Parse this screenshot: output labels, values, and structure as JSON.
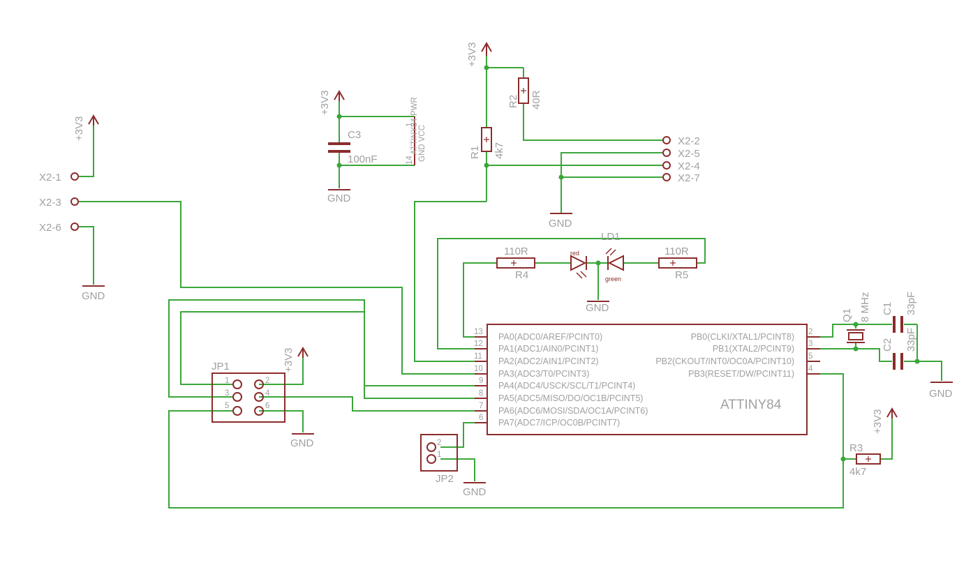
{
  "power": {
    "p3v3_a": "+3V3",
    "p3v3_b": "+3V3",
    "p3v3_c": "+3V3",
    "p3v3_d": "+3V3",
    "p3v3_e": "+3V3",
    "gnd_a": "GND",
    "gnd_b": "GND",
    "gnd_c": "GND",
    "gnd_d": "GND",
    "gnd_e": "GND",
    "gnd_f": "GND",
    "gnd_g": "GND"
  },
  "connector_x2": {
    "x2_1": "X2-1",
    "x2_3": "X2-3",
    "x2_6": "X2-6",
    "x2_2": "X2-2",
    "x2_5": "X2-5",
    "x2_4": "X2-4",
    "x2_7": "X2-7"
  },
  "components": {
    "c3_name": "C3",
    "c3_value": "100nF",
    "pwr_pin_a": "1",
    "pwr_pin_b": "14",
    "pwr_text_a": "ATTINY84 PWR",
    "pwr_text_b": "GND VCC",
    "r1_name": "R1",
    "r1_value": "4k7",
    "r2_name": "R2",
    "r2_value": "40R",
    "r3_name": "R3",
    "r3_value": "4k7",
    "r4_value": "110R",
    "r4_name": "R4",
    "r5_value": "110R",
    "r5_name": "R5",
    "ld1_name": "LD1",
    "led_red": "red",
    "led_green": "green",
    "q1_name": "Q1",
    "q1_value": "8 MHz",
    "c1_name": "C1",
    "c1_value": "33pF",
    "c2_name": "C2",
    "c2_value": "33pF",
    "jp1_name": "JP1",
    "jp2_name": "JP2",
    "jp1_pins": [
      "1",
      "2",
      "3",
      "4",
      "5",
      "6"
    ],
    "jp2_pins": [
      "2",
      "1"
    ]
  },
  "attiny": {
    "name": "ATTINY84",
    "left_pins": [
      {
        "num": "13",
        "label": "PA0(ADC0/AREF/PCINT0)"
      },
      {
        "num": "12",
        "label": "PA1(ADC1/AIN0/PCINT1)"
      },
      {
        "num": "11",
        "label": "PA2(ADC2/AIN1/PCINT2)"
      },
      {
        "num": "10",
        "label": "PA3(ADC3/T0/PCINT3)"
      },
      {
        "num": "9",
        "label": "PA4(ADC4/USCK/SCL/T1/PCINT4)"
      },
      {
        "num": "8",
        "label": "PA5(ADC5/MISO/DO/OC1B/PCINT5)"
      },
      {
        "num": "7",
        "label": "PA6(ADC6/MOSI/SDA/OC1A/PCINT6)"
      },
      {
        "num": "6",
        "label": "PA7(ADC7/ICP/OC0B/PCINT7)"
      }
    ],
    "right_pins": [
      {
        "num": "2",
        "label": "PB0(CLKI/XTAL1/PCINT8)"
      },
      {
        "num": "3",
        "label": "PB1(XTAL2/PCINT9)"
      },
      {
        "num": "5",
        "label": "PB2(CKOUT/INT0/OC0A/PCINT10)"
      },
      {
        "num": "4",
        "label": "PB3(RESET/DW/PCINT11)"
      }
    ]
  },
  "colors": {
    "wire": "#3aa63a",
    "symbol": "#8b2c2c",
    "text": "#a0a0a0",
    "background": "#ffffff"
  }
}
